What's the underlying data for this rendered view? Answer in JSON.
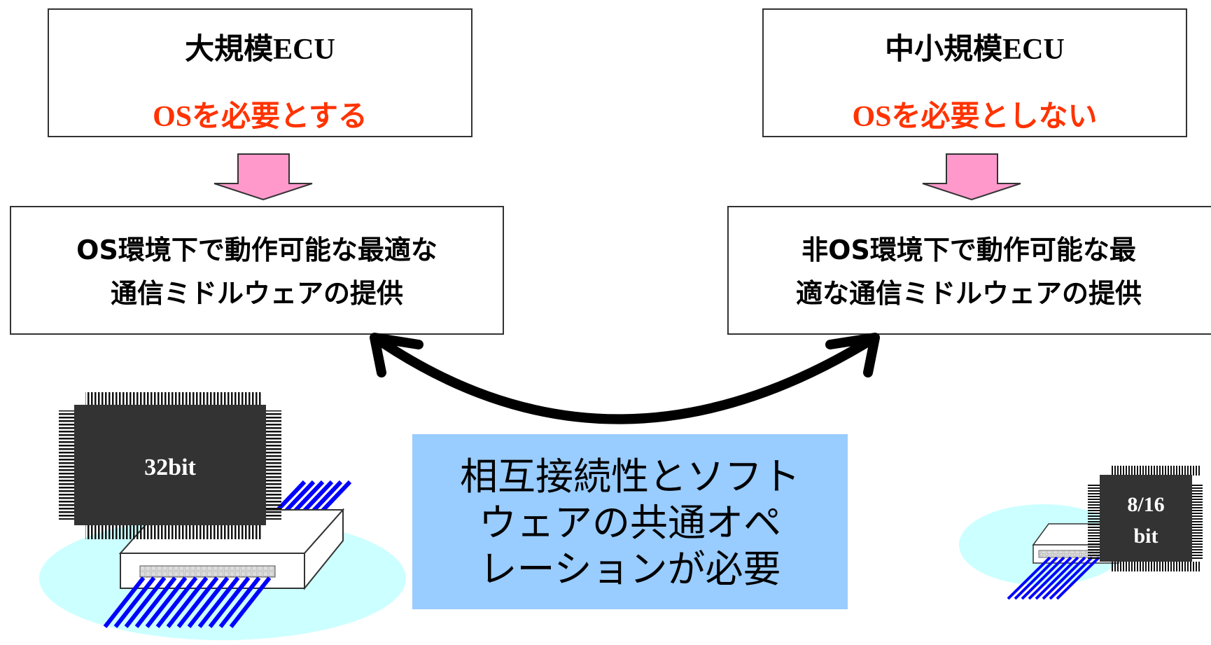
{
  "large_ecu": {
    "title": "大規模ECU",
    "requirement": "OSを必要とする",
    "middleware_line1": "OS環境下で動作可能な最適な",
    "middleware_line2": "通信ミドルウェアの提供",
    "chip_label": "32bit"
  },
  "small_ecu": {
    "title": "中小規模ECU",
    "requirement": "OSを必要としない",
    "middleware_line1": "非OS環境下で動作可能な最",
    "middleware_line2": "適な通信ミドルウェアの提供",
    "chip_label_line1": "8/16",
    "chip_label_line2": "bit"
  },
  "callout": {
    "line1": "相互接続性とソフト",
    "line2": "ウェアの共通オペ",
    "line3": "レーションが必要"
  },
  "colors": {
    "requirement_text": "#ff3300",
    "down_arrow_fill": "#ff99cc",
    "callout_bg": "#99ccff",
    "chip_body": "#333333",
    "ellipse": "#ccffff",
    "cable": "#0000ff"
  }
}
